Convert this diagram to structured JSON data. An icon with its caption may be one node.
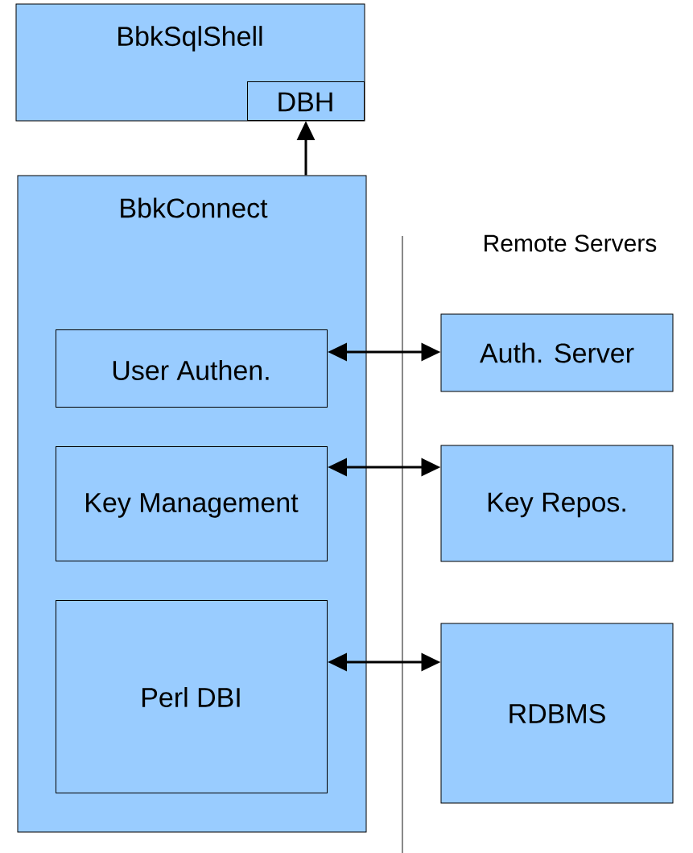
{
  "diagram": {
    "nodes": [
      {
        "text": [
          "BbkSqlShell"
        ]
      },
      {
        "text": [
          "DBH"
        ],
        "in": 0
      },
      {
        "text": [
          "BbkConnect"
        ]
      },
      {
        "text": [
          "User Authen."
        ],
        "in": 2
      },
      {
        "text": [
          "Key Management"
        ],
        "in": 2
      },
      {
        "text": [
          "Perl DBI"
        ],
        "in": 2
      },
      {
        "text": [
          "Auth. Server"
        ]
      },
      {
        "text": [
          "Key Repos."
        ]
      },
      {
        "text": [
          "RDBMS"
        ]
      }
    ],
    "edges": [
      {
        "from": 2,
        "to": 1,
        "arrow": "to"
      },
      {
        "from": 3,
        "to": 6,
        "arrow": "both"
      },
      {
        "from": 4,
        "to": 7,
        "arrow": "both"
      },
      {
        "from": 5,
        "to": 8,
        "arrow": "both"
      }
    ],
    "labels": [
      "Remote Servers"
    ]
  }
}
